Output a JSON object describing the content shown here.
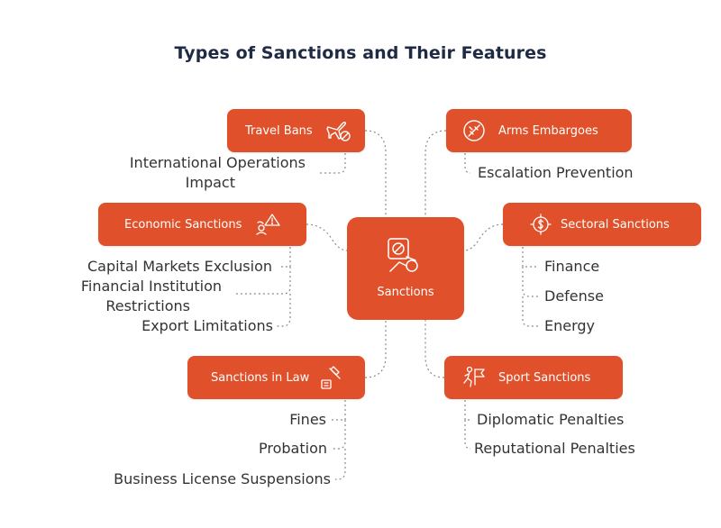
{
  "title": "Types of Sanctions and Their Features",
  "center": {
    "label": "Sanctions",
    "icon": "sanctions-icon"
  },
  "colors": {
    "accent": "#e0512b",
    "text": "#333333",
    "title": "#1f2a44",
    "connector": "#888888"
  },
  "branches": {
    "travel": {
      "label": "Travel Bans",
      "icon": "plane-ban-icon",
      "leaves": [
        "International Operations",
        "Impact"
      ]
    },
    "economic": {
      "label": "Economic Sanctions",
      "icon": "economic-warning-icon",
      "leaves": [
        "Capital Markets Exclusion",
        "Financial Institution",
        "Restrictions",
        "Export Limitations"
      ]
    },
    "law": {
      "label": "Sanctions in Law",
      "icon": "gavel-icon",
      "leaves": [
        "Fines",
        "Probation",
        "Business License Suspensions"
      ]
    },
    "arms": {
      "label": "Arms Embargoes",
      "icon": "weapon-ban-icon",
      "leaves": [
        "Escalation Prevention"
      ]
    },
    "sectoral": {
      "label": "Sectoral Sanctions",
      "icon": "dollar-target-icon",
      "leaves": [
        "Finance",
        "Defense",
        "Energy"
      ]
    },
    "sport": {
      "label": "Sport Sanctions",
      "icon": "sport-flag-icon",
      "leaves": [
        "Diplomatic Penalties",
        "Reputational Penalties"
      ]
    }
  }
}
